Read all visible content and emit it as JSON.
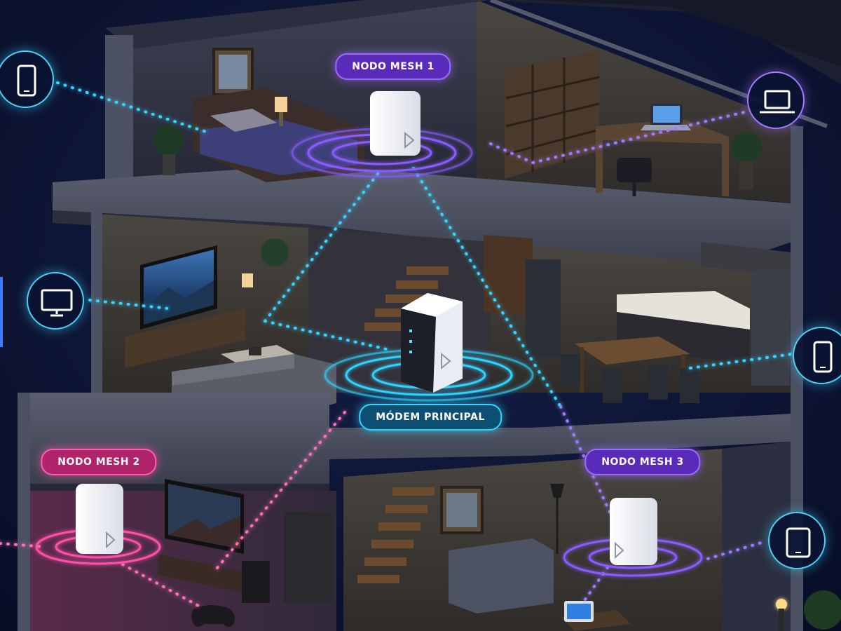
{
  "nodes": {
    "mesh1": {
      "label": "NODO MESH 1",
      "color": "#8a5cff"
    },
    "mesh2": {
      "label": "NODO MESH 2",
      "color": "#ff4fa8"
    },
    "mesh3": {
      "label": "NODO MESH 3",
      "color": "#8a5cff"
    },
    "modem": {
      "label": "MÓDEM PRINCIPAL",
      "color": "#2fd3ff"
    }
  },
  "devices": [
    {
      "id": "phone-top-left",
      "icon": "smartphone-icon"
    },
    {
      "id": "tv-left",
      "icon": "monitor-icon"
    },
    {
      "id": "laptop-right",
      "icon": "laptop-icon"
    },
    {
      "id": "phone-right",
      "icon": "smartphone-icon"
    },
    {
      "id": "tablet-right",
      "icon": "tablet-icon"
    }
  ],
  "colors": {
    "sky": "#0a1230",
    "wall": "#3a3f52",
    "floor": "#2a2d3a",
    "link_cyan": "#37d4ff",
    "link_purple": "#9f7bff",
    "link_pink": "#ff6fb8"
  }
}
